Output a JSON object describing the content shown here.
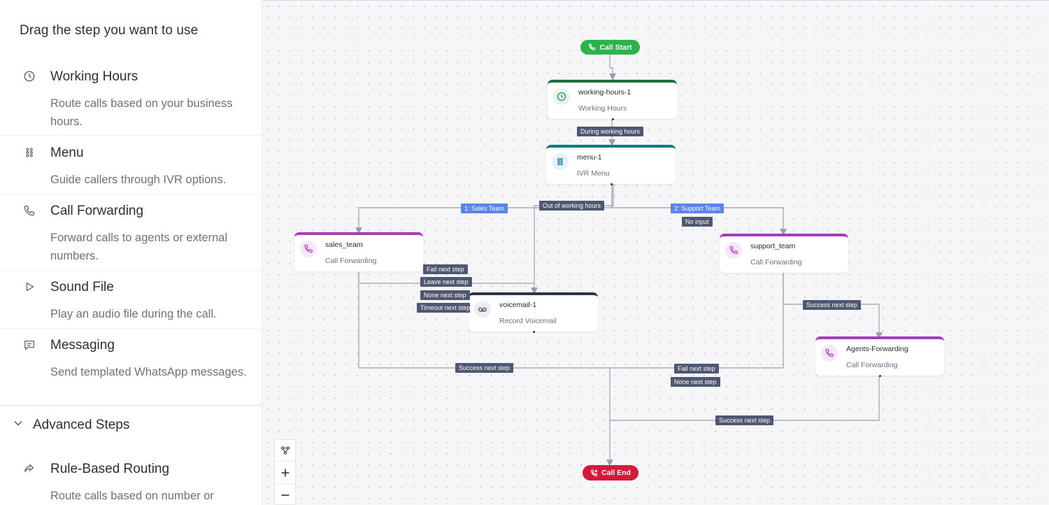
{
  "sidebar": {
    "title": "Drag the step you want to use",
    "steps": [
      {
        "icon": "clock-icon",
        "name": "Working Hours",
        "desc": "Route calls based on your business hours."
      },
      {
        "icon": "grid-dots-icon",
        "name": "Menu",
        "desc": "Guide callers through IVR options."
      },
      {
        "icon": "phone-icon",
        "name": "Call Forwarding",
        "desc": "Forward calls to agents or external numbers."
      },
      {
        "icon": "play-icon",
        "name": "Sound File",
        "desc": "Play an audio file during the call."
      },
      {
        "icon": "message-icon",
        "name": "Messaging",
        "desc": "Send templated WhatsApp messages."
      }
    ],
    "advanced": {
      "label": "Advanced Steps",
      "steps": [
        {
          "icon": "share-arrow-icon",
          "name": "Rule-Based Routing",
          "desc": "Route calls based on number or"
        }
      ]
    }
  },
  "flow": {
    "start": {
      "label": "Call Start",
      "color": "#2db34a"
    },
    "end": {
      "label": "Call End",
      "color": "#d6183a"
    },
    "nodes": {
      "working_hours": {
        "title": "working-hours-1",
        "subtitle": "Working Hours",
        "accent": "#1f6b3a",
        "icon_bg": "#e6f4ea",
        "icon_color": "#2f8f4e"
      },
      "menu": {
        "title": "menu-1",
        "subtitle": "IVR Menu",
        "accent": "#137a7a",
        "icon_bg": "#e3f3f6",
        "icon_color": "#1c7f99"
      },
      "sales": {
        "title": "sales_team",
        "subtitle": "Call Forwarding",
        "accent": "#a63bbf",
        "icon_bg": "#f6e8fa",
        "icon_color": "#a845c2"
      },
      "support": {
        "title": "support_team",
        "subtitle": "Call Forwarding",
        "accent": "#a63bbf",
        "icon_bg": "#f6e8fa",
        "icon_color": "#a845c2"
      },
      "voicemail": {
        "title": "voicemail-1",
        "subtitle": "Record Voicemail",
        "accent": "#2c3547",
        "icon_bg": "#eceef2",
        "icon_color": "#3a4255"
      },
      "agents": {
        "title": "Agents-Forwarding",
        "subtitle": "Call Forwarding",
        "accent": "#a63bbf",
        "icon_bg": "#f6e8fa",
        "icon_color": "#a845c2"
      }
    },
    "edge_labels": {
      "during_working_hours": "During working hours",
      "sales_team": "1: Sales Team",
      "out_of_working_hours": "Out of working hours",
      "support_team": "2: Support Team",
      "no_input": "No input",
      "fail_next_step": "Fail next step",
      "leave_next_step": "Leave next step",
      "none_next_step": "None next step",
      "timeout_next_step": "Timeout next step",
      "success_sales": "Success next step",
      "success_support": "Success next step",
      "fail_support": "Fail next step",
      "none_support": "None next step",
      "success_agents": "Success next step"
    }
  },
  "controls": {
    "fit_view": "fit-view-icon",
    "zoom_in": "plus-icon",
    "zoom_out": "minus-icon"
  }
}
